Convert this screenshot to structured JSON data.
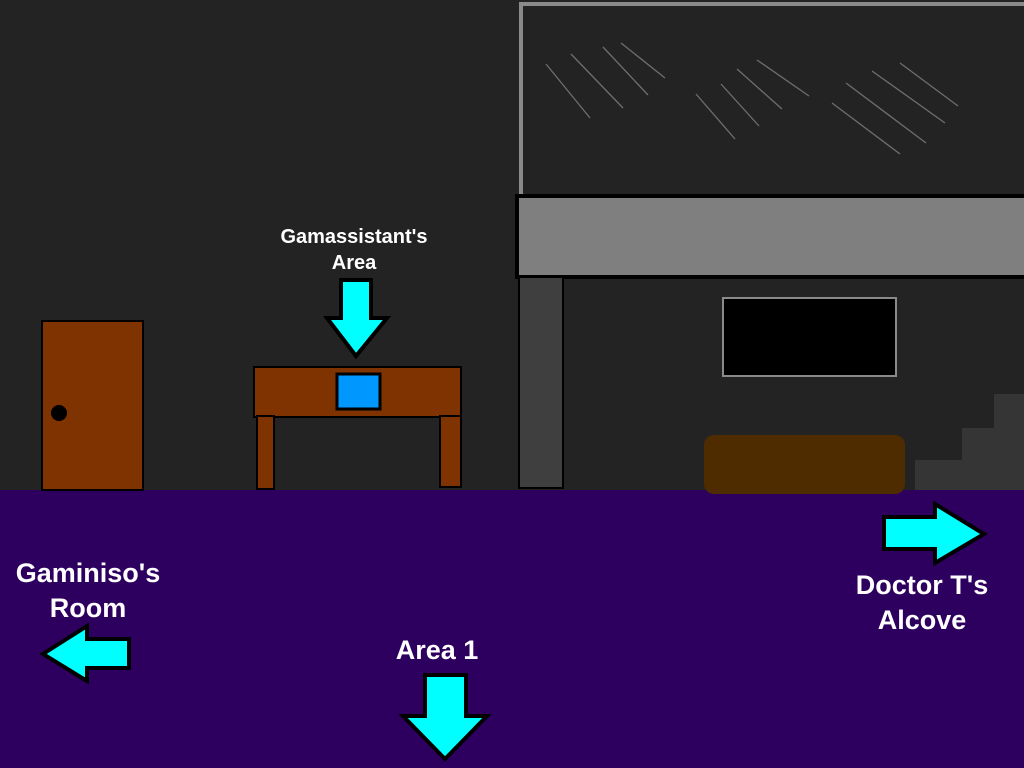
{
  "scene": {
    "wall_color": "#232323",
    "floor_color": "#2d0060",
    "arrow_color": "#00ffff"
  },
  "labels": {
    "gamassistant_area": [
      "Gamassistant's",
      "Area"
    ],
    "gaminiso_room": [
      "Gaminiso's",
      "Room"
    ],
    "area_1": "Area 1",
    "doctor_t_alcove": [
      "Doctor T's",
      "Alcove"
    ]
  },
  "icons": {
    "arrow_down": "arrow-down-icon",
    "arrow_left": "arrow-left-icon",
    "arrow_right": "arrow-right-icon"
  }
}
